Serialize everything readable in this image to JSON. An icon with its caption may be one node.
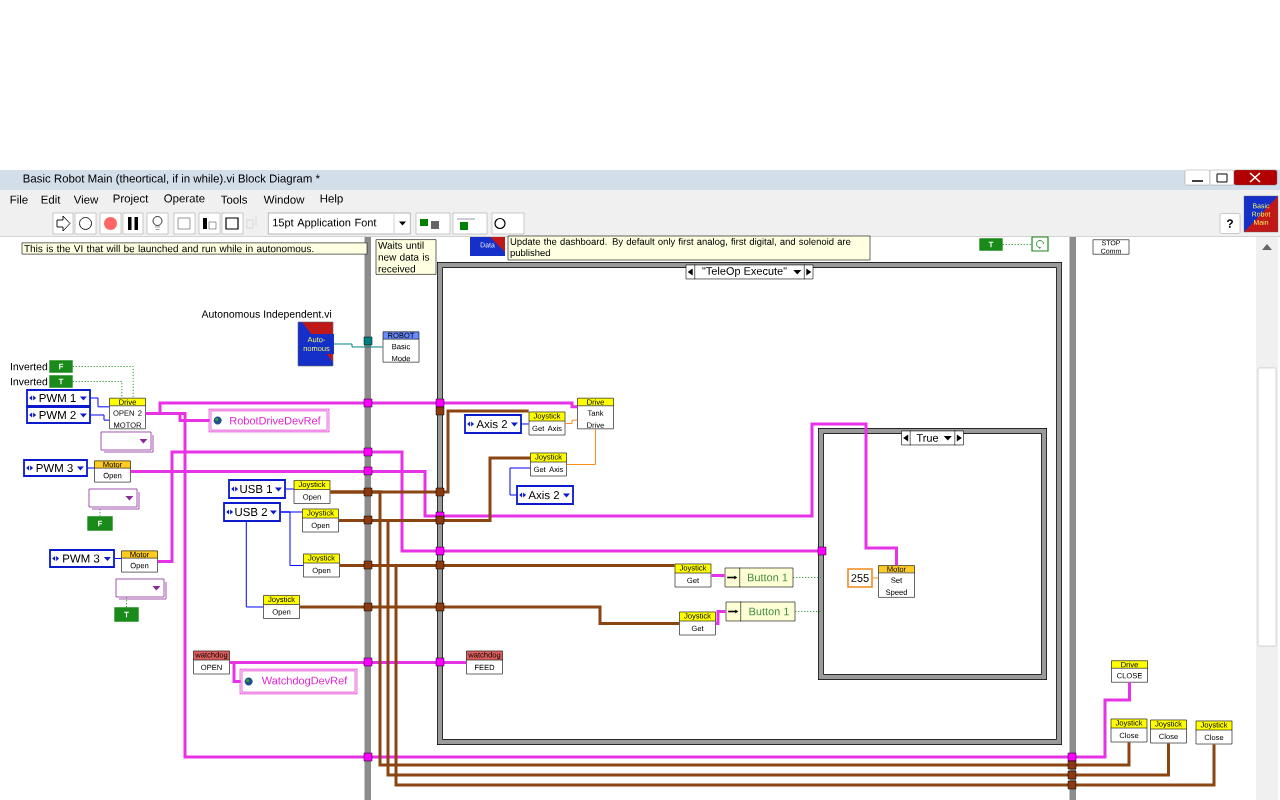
{
  "diagram": {
    "title": "Basic Robot Main (theortical, if in while).vi Block Diagram *",
    "nodes": [
      {
        "text": [
          "This is the VI that will be launched and run while in autonomous."
        ]
      },
      {
        "text": [
          "Waits until new data is received"
        ]
      },
      {
        "text": [
          "Update the dashboard. By default only first analog, first digital, and solenoid are published"
        ]
      },
      {
        "text": [
          "Auto- nomous"
        ],
        "beside": [
          "Autonomous Independent.vi"
        ]
      },
      {
        "text": [
          "ROBOT",
          "Basic Mode"
        ]
      },
      {
        "text": [
          "F"
        ],
        "beside": [
          "Inverted"
        ]
      },
      {
        "text": [
          "T"
        ],
        "beside": [
          "Inverted"
        ]
      },
      {
        "text": [
          "PWM 1"
        ]
      },
      {
        "text": [
          "PWM 2"
        ]
      },
      {
        "text": [
          "Drive",
          "OPEN 2 MOTOR"
        ]
      },
      {
        "text": [
          "RobotDriveDevRef"
        ]
      },
      {
        "text": [],
        "shape": "box"
      },
      {
        "text": [
          "PWM 3"
        ]
      },
      {
        "text": [
          "Motor",
          "Open"
        ]
      },
      {
        "text": [],
        "shape": "box"
      },
      {
        "text": [
          "F"
        ]
      },
      {
        "text": [
          "PWM 3"
        ]
      },
      {
        "text": [
          "Motor",
          "Open"
        ]
      },
      {
        "text": [],
        "shape": "box"
      },
      {
        "text": [
          "T"
        ]
      },
      {
        "text": [
          "USB 1"
        ]
      },
      {
        "text": [
          "USB 2"
        ]
      },
      {
        "text": [
          "Joystick",
          "Open"
        ]
      },
      {
        "text": [
          "Joystick",
          "Open"
        ]
      },
      {
        "text": [
          "Joystick",
          "Open"
        ]
      },
      {
        "text": [
          "Joystick",
          "Open"
        ]
      },
      {
        "text": [
          "watchdog",
          "OPEN"
        ]
      },
      {
        "text": [
          "WatchdogDevRef"
        ]
      },
      {
        "text": [
          "\"TeleOp Execute\""
        ]
      },
      {
        "text": [
          "Axis 2"
        ],
        "in": 28
      },
      {
        "text": [
          "Joystick",
          "Get Axis"
        ],
        "in": 28
      },
      {
        "text": [
          "Joystick",
          "Get Axis"
        ],
        "in": 28
      },
      {
        "text": [
          "Axis 2"
        ],
        "in": 28
      },
      {
        "text": [
          "Drive",
          "Tank Drive"
        ],
        "in": 28
      },
      {
        "text": [
          "Joystick",
          "Get"
        ],
        "in": 28
      },
      {
        "text": [
          "Button 1"
        ],
        "in": 28
      },
      {
        "text": [
          "Joystick",
          "Get"
        ],
        "in": 28
      },
      {
        "text": [
          "Button 1"
        ],
        "in": 28
      },
      {
        "text": [
          "watchdog",
          "FEED"
        ],
        "in": 28
      },
      {
        "text": [
          "True"
        ],
        "in": 28
      },
      {
        "text": [
          "255"
        ],
        "in": 39
      },
      {
        "text": [
          "Motor",
          "Set Speed"
        ],
        "in": 39
      },
      {
        "text": [
          "STOP Comm"
        ]
      },
      {
        "text": [
          "Drive",
          "CLOSE"
        ]
      },
      {
        "text": [
          "Joystick",
          "Close"
        ]
      },
      {
        "text": [
          "Joystick",
          "Close"
        ]
      },
      {
        "text": [
          "Joystick",
          "Close"
        ]
      },
      {
        "text": [
          "T"
        ]
      },
      {
        "text": [],
        "shape": "box"
      }
    ],
    "edges": [
      {
        "from": 3,
        "to": 4,
        "arrow": "none",
        "color": "#007f7f"
      },
      {
        "from": 7,
        "to": 9,
        "arrow": "none",
        "color": "#0000ff"
      },
      {
        "from": 8,
        "to": 9,
        "arrow": "none",
        "color": "#0000ff"
      },
      {
        "from": 5,
        "to": 9,
        "arrow": "none",
        "style": "dashed",
        "color": "#007f00"
      },
      {
        "from": 6,
        "to": 9,
        "arrow": "none",
        "style": "dashed",
        "color": "#007f00"
      },
      {
        "from": 9,
        "to": 10,
        "arrow": "none",
        "style": "thick",
        "color": "#e633e6"
      },
      {
        "from": 9,
        "to": 33,
        "arrow": "none",
        "style": "thick",
        "color": "#e633e6"
      },
      {
        "from": 12,
        "to": 13,
        "arrow": "none",
        "color": "#0000ff"
      },
      {
        "from": 13,
        "to": 41,
        "arrow": "none",
        "style": "thick",
        "color": "#e633e6"
      },
      {
        "from": 15,
        "to": 14,
        "arrow": "none",
        "style": "dashed",
        "color": "#007f00"
      },
      {
        "from": 16,
        "to": 17,
        "arrow": "none",
        "color": "#0000ff"
      },
      {
        "from": 17,
        "to": 39,
        "arrow": "none",
        "style": "thick",
        "color": "#e633e6"
      },
      {
        "from": 19,
        "to": 18,
        "arrow": "none",
        "style": "dashed",
        "color": "#007f00"
      },
      {
        "from": 20,
        "to": 22,
        "arrow": "none",
        "color": "#0000ff"
      },
      {
        "from": 21,
        "to": 23,
        "arrow": "none",
        "color": "#0000ff"
      },
      {
        "from": 21,
        "to": 24,
        "arrow": "none",
        "color": "#0000ff"
      },
      {
        "from": 21,
        "to": 25,
        "arrow": "none",
        "color": "#0000ff"
      },
      {
        "from": 22,
        "to": 30,
        "arrow": "none",
        "style": "thick",
        "color": "#8b4513"
      },
      {
        "from": 23,
        "to": 31,
        "arrow": "none",
        "style": "thick",
        "color": "#8b4513"
      },
      {
        "from": 24,
        "to": 34,
        "arrow": "none",
        "style": "thick",
        "color": "#8b4513"
      },
      {
        "from": 25,
        "to": 36,
        "arrow": "none",
        "style": "thick",
        "color": "#8b4513"
      },
      {
        "from": 29,
        "to": 30,
        "arrow": "none",
        "color": "#0000ff"
      },
      {
        "from": 32,
        "to": 31,
        "arrow": "none",
        "color": "#0000ff"
      },
      {
        "from": 30,
        "to": 33,
        "arrow": "none",
        "color": "#ff8c1a"
      },
      {
        "from": 31,
        "to": 33,
        "arrow": "none",
        "color": "#ff8c1a"
      },
      {
        "from": 34,
        "to": 35,
        "arrow": "none",
        "style": "thick",
        "color": "#e633e6"
      },
      {
        "from": 36,
        "to": 37,
        "arrow": "none",
        "style": "thick",
        "color": "#e633e6"
      },
      {
        "from": 35,
        "to": 39,
        "arrow": "none",
        "style": "dashed",
        "color": "#007f00"
      },
      {
        "from": 37,
        "to": 39,
        "arrow": "none",
        "style": "dashed",
        "color": "#007f00"
      },
      {
        "from": 40,
        "to": 41,
        "arrow": "none",
        "color": "#ff8c1a"
      },
      {
        "from": 26,
        "to": 27,
        "arrow": "none",
        "style": "thick",
        "color": "#e633e6"
      },
      {
        "from": 26,
        "to": 38,
        "arrow": "none",
        "style": "thick",
        "color": "#e633e6"
      },
      {
        "from": 9,
        "to": 43,
        "arrow": "none",
        "style": "thick",
        "color": "#e633e6"
      },
      {
        "from": 22,
        "to": 44,
        "arrow": "none",
        "style": "thick",
        "color": "#8b4513"
      },
      {
        "from": 23,
        "to": 45,
        "arrow": "none",
        "style": "thick",
        "color": "#8b4513"
      },
      {
        "from": 24,
        "to": 46,
        "arrow": "none",
        "style": "thick",
        "color": "#8b4513"
      },
      {
        "from": 47,
        "to": 48,
        "arrow": "none",
        "style": "dashed",
        "color": "#007f00"
      }
    ],
    "labels": [
      "File",
      "Edit",
      "View",
      "Project",
      "Operate",
      "Tools",
      "Window",
      "Help",
      "15pt Application Font",
      "Basic Robot Main",
      "?",
      "Data"
    ]
  }
}
